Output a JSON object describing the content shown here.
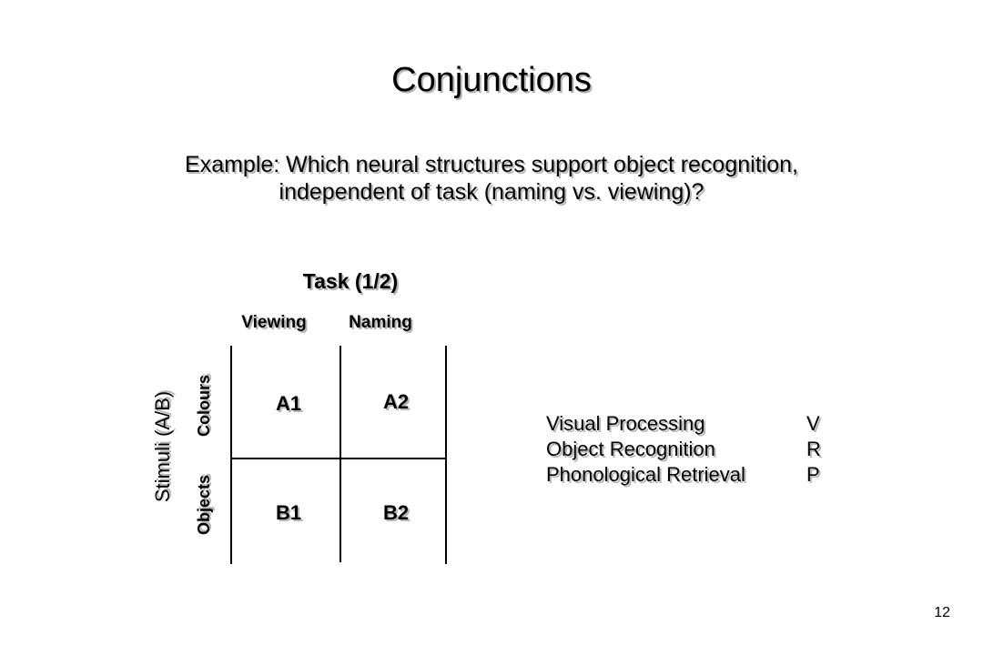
{
  "slide": {
    "title": "Conjunctions",
    "subtitle_line1": "Example: Which neural structures support object recognition,",
    "subtitle_line2": "independent of task (naming vs. viewing)?",
    "page_number": "12"
  },
  "design": {
    "task_label": "Task (1/2)",
    "columns": [
      "Viewing",
      "Naming"
    ],
    "stimuli_label": "Stimuli (A/B)",
    "rows": [
      "Colours",
      "Objects"
    ],
    "cells": {
      "a1": "A1",
      "a2": "A2",
      "b1": "B1",
      "b2": "B2"
    }
  },
  "legend": [
    {
      "name": "Visual Processing",
      "code": "V"
    },
    {
      "name": "Object Recognition",
      "code": "R"
    },
    {
      "name": "Phonological Retrieval",
      "code": "P"
    }
  ]
}
